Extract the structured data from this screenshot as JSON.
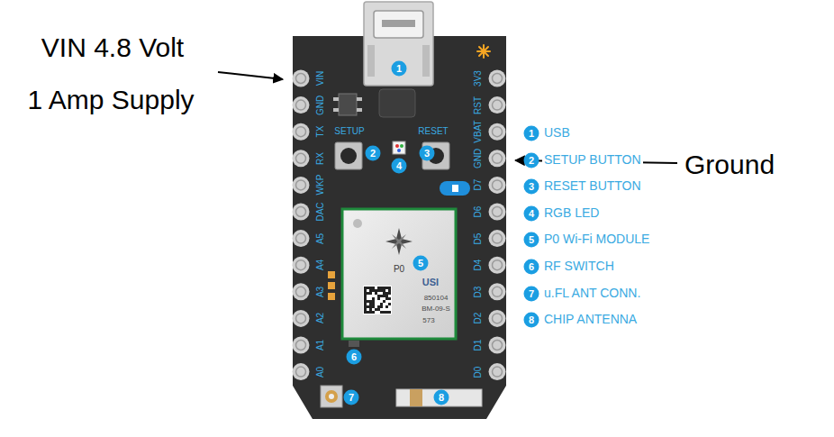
{
  "diagram": {
    "labels": [
      "VIN 4.8 Volt",
      "1 Amp Supply",
      "VIN",
      "GND",
      "TX",
      "RX",
      "WKP",
      "DAC",
      "A5",
      "A4",
      "A3",
      "A2",
      "A1",
      "A0",
      "3V3",
      "RST",
      "VBAT",
      "GND",
      "D7",
      "D6",
      "D5",
      "D4",
      "D3",
      "D2",
      "D1",
      "D0",
      "SETUP",
      "RESET",
      "1",
      "2",
      "3",
      "4",
      "5",
      "6",
      "7",
      "8",
      "P0",
      "USI",
      "850104",
      "BM-09-S",
      "573",
      "1",
      "2",
      "3",
      "4",
      "5",
      "6",
      "7",
      "8",
      "Ground"
    ],
    "legend": [
      {
        "text": "USB"
      },
      {
        "text": "SETUP BUTTON"
      },
      {
        "text": "RESET BUTTON"
      },
      {
        "text": "RGB LED"
      },
      {
        "text": "P0 Wi-Fi MODULE"
      },
      {
        "text": "RF SWITCH"
      },
      {
        "text": "u.FL ANT CONN."
      },
      {
        "text": "CHIP ANTENNA"
      }
    ]
  }
}
